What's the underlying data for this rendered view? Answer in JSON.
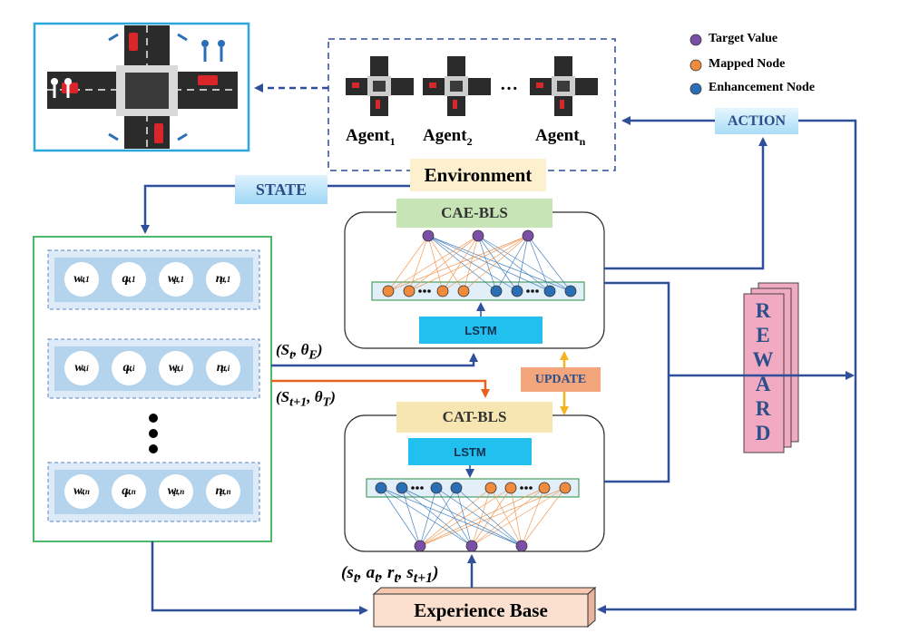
{
  "legend": {
    "items": [
      {
        "label": "Target Value",
        "color": "#7b4fa8"
      },
      {
        "label": "Mapped Node",
        "color": "#f08a3c"
      },
      {
        "label": "Enhancement Node",
        "color": "#2a6fb5"
      }
    ]
  },
  "agents": {
    "items": [
      {
        "base": "Agent",
        "sub": "1"
      },
      {
        "base": "Agent",
        "sub": "2"
      },
      {
        "base": "Agent",
        "sub": "n"
      }
    ],
    "ellipsis": "…"
  },
  "labels": {
    "state": "STATE",
    "action": "ACTION",
    "environment": "Environment",
    "cae_bls": "CAE-BLS",
    "cat_bls": "CAT-BLS",
    "lstm_top": "LSTM",
    "lstm_bottom": "LSTM",
    "update": "UPDATE",
    "experience_base": "Experience Base",
    "reward": [
      "R",
      "E",
      "W",
      "A",
      "R",
      "D"
    ]
  },
  "equations": {
    "to_cae": {
      "a": "S",
      "a_sub": "t",
      "b": "θ",
      "b_sub": "E"
    },
    "to_cat": {
      "a": "S",
      "a_sub": "t+1",
      "b": "θ",
      "b_sub": "T"
    },
    "experience": {
      "s": "s",
      "s_sub": "t",
      "a": "a",
      "a_sub": "t",
      "r": "r",
      "r_sub": "t",
      "s2": "s",
      "s2_sub": "t+1"
    }
  },
  "state_rows": [
    {
      "cells": [
        {
          "b": "w",
          "sup": "t",
          "sub": "v,1"
        },
        {
          "b": "q",
          "sup": "t",
          "sub": "v,1"
        },
        {
          "b": "w",
          "sup": "t",
          "sub": "p,1"
        },
        {
          "b": "n",
          "sup": "t",
          "sub": "p,1"
        }
      ]
    },
    {
      "cells": [
        {
          "b": "w",
          "sup": "t",
          "sub": "v,i"
        },
        {
          "b": "q",
          "sup": "t",
          "sub": "v,i"
        },
        {
          "b": "w",
          "sup": "t",
          "sub": "p,i"
        },
        {
          "b": "n",
          "sup": "t",
          "sub": "p,i"
        }
      ]
    },
    {
      "cells": [
        {
          "b": "w",
          "sup": "t",
          "sub": "v,n"
        },
        {
          "b": "q",
          "sup": "t",
          "sub": "v,n"
        },
        {
          "b": "w",
          "sup": "t",
          "sub": "p,n"
        },
        {
          "b": "n",
          "sup": "t",
          "sub": "p,n"
        }
      ]
    }
  ],
  "colors": {
    "arrow_blue": "#2f4f9a",
    "arrow_orange": "#e8621f",
    "arrow_gold": "#f2b51d",
    "state_panel_border": "#4cb86a",
    "cell_row_fill": "#b4d3ec",
    "target": "#7b4fa8",
    "mapped": "#f08a3c",
    "enhancement": "#2a6fb5",
    "reward_fill": "#f2a9c2",
    "experience_fill": "#fbe0d0"
  }
}
